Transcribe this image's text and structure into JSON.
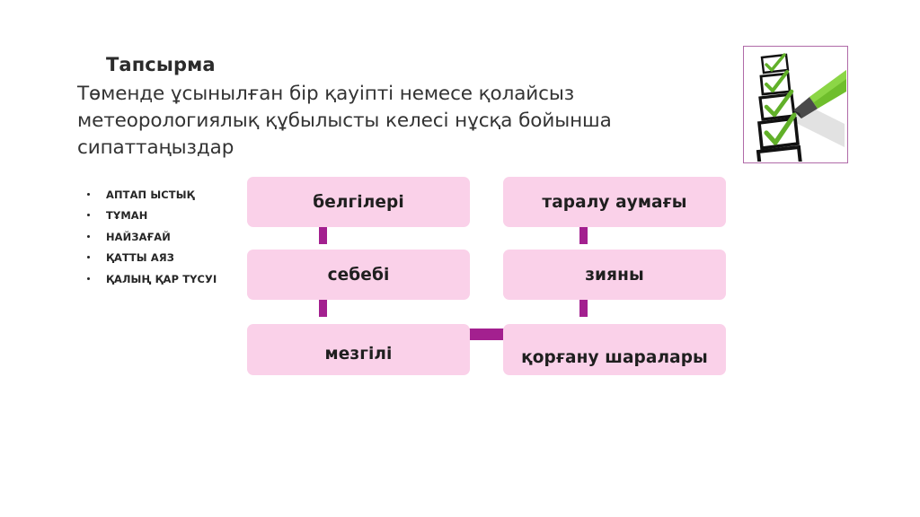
{
  "slide": {
    "background_color": "#ffffff",
    "heading": "Тапсырма",
    "body_lines": [
      "Төменде ұсынылған бір қауіпті немесе қолайсыз",
      "метеорологиялық құбылысты келесі нұсқа бойынша",
      "сипаттаңыздар"
    ]
  },
  "hazard_list": {
    "items": [
      "АПТАП ЫСТЫҚ",
      "ТҰМАН",
      "НАЙЗАҒАЙ",
      "ҚАТТЫ АЯЗ",
      "ҚАЛЫҢ ҚАР ТҮСУІ"
    ]
  },
  "diagram": {
    "node_fill_color": "#FAD1E9",
    "connector_color": "#A3208F",
    "nodes": [
      {
        "id": "belgileri",
        "label": "белгілері"
      },
      {
        "id": "taralu",
        "label": "таралу аумағы"
      },
      {
        "id": "sebebi",
        "label": "себебі"
      },
      {
        "id": "ziyany",
        "label": "зияны"
      },
      {
        "id": "mezgili",
        "label": "мезгілі"
      },
      {
        "id": "korgany",
        "label": "қорғану шаралары"
      }
    ]
  },
  "checklist_image": {
    "name": "checklist-with-green-pencil",
    "frame_border_color": "#B06AA8",
    "checkmark_color": "#61B029",
    "pencil_body_color": "#6FBE2C",
    "pencil_tip_color": "#4A4A4A",
    "checkbox_count": 5,
    "checked_count": 4
  }
}
